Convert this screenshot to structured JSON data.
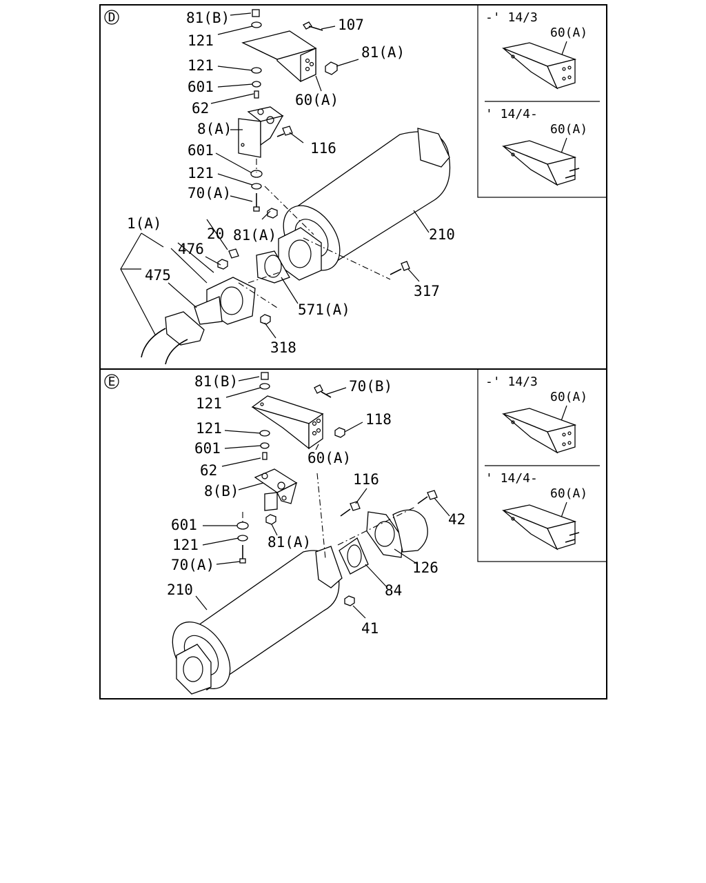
{
  "panels": [
    {
      "id": "D",
      "labels": {
        "p81b": "81(B)",
        "p121a": "121",
        "p107": "107",
        "p81a_top": "81(A)",
        "p121b": "121",
        "p601a": "601",
        "p62": "62",
        "p60a": "60(A)",
        "p8a": "8(A)",
        "p116": "116",
        "p601b": "601",
        "p121c": "121",
        "p70a": "70(A)",
        "p1a": "1(A)",
        "p20": "20",
        "p81a_mid": "81(A)",
        "p476": "476",
        "p475": "475",
        "p210": "210",
        "p317": "317",
        "p571a": "571(A)",
        "p318": "318"
      },
      "inset": {
        "top_date": "-' 14/3",
        "top_part": "60(A)",
        "bottom_date": "' 14/4-",
        "bottom_part": "60(A)"
      }
    },
    {
      "id": "E",
      "labels": {
        "p81b": "81(B)",
        "p70b": "70(B)",
        "p121a": "121",
        "p118": "118",
        "p121b": "121",
        "p601a": "601",
        "p60a": "60(A)",
        "p62": "62",
        "p116": "116",
        "p8b": "8(B)",
        "p42": "42",
        "p601b": "601",
        "p81a": "81(A)",
        "p121c": "121",
        "p70a": "70(A)",
        "p210": "210",
        "p126": "126",
        "p84": "84",
        "p41": "41"
      },
      "inset": {
        "top_date": "-' 14/3",
        "top_part": "60(A)",
        "bottom_date": "' 14/4-",
        "bottom_part": "60(A)"
      }
    }
  ]
}
